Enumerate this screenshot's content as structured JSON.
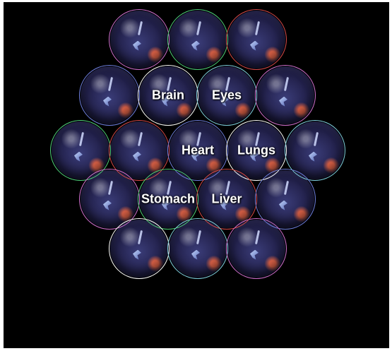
{
  "cells": [
    {
      "label": ""
    },
    {
      "label": ""
    },
    {
      "label": ""
    },
    {
      "label": ""
    },
    {
      "label": "Brain"
    },
    {
      "label": "Eyes"
    },
    {
      "label": ""
    },
    {
      "label": ""
    },
    {
      "label": ""
    },
    {
      "label": "Heart"
    },
    {
      "label": "Lungs"
    },
    {
      "label": ""
    },
    {
      "label": ""
    },
    {
      "label": "Stomach"
    },
    {
      "label": "Liver"
    },
    {
      "label": ""
    },
    {
      "label": ""
    },
    {
      "label": ""
    },
    {
      "label": ""
    }
  ],
  "colors": {
    "background": "#000000",
    "rims": [
      "#d070d0",
      "#4fd07a",
      "#d84a4a",
      "#6f7fe0",
      "#ffffff",
      "#80d0e0"
    ]
  }
}
